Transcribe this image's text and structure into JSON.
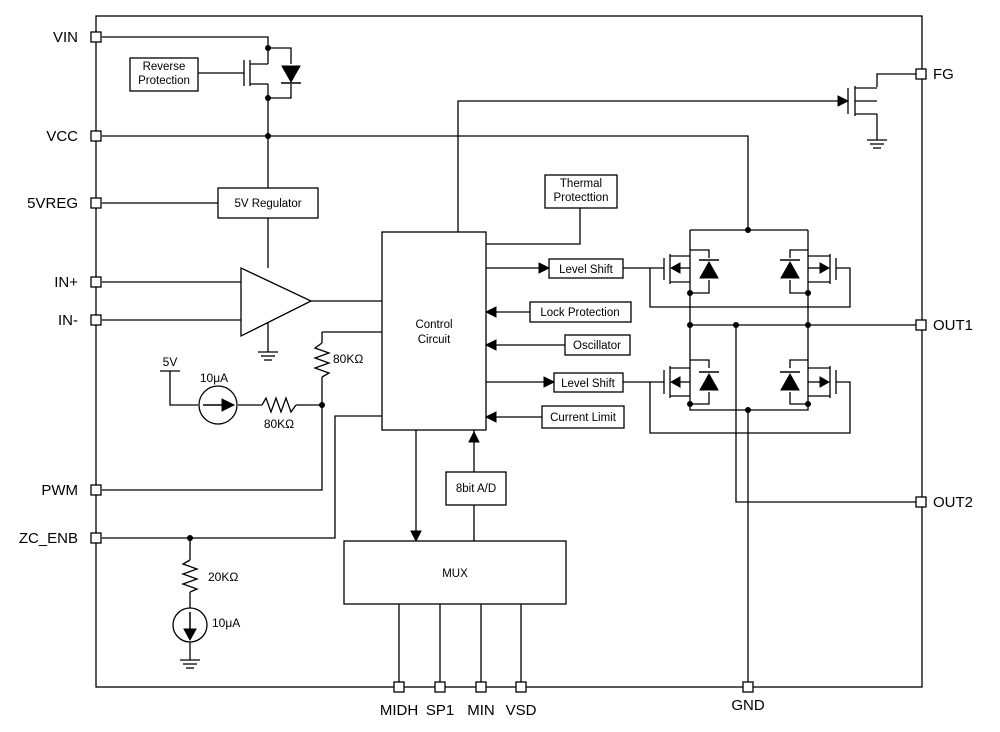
{
  "pins": {
    "vin": "VIN",
    "vcc": "VCC",
    "vreg5": "5VREG",
    "in_plus": "IN+",
    "in_minus": "IN-",
    "pwm": "PWM",
    "zc_enb": "ZC_ENB",
    "fg": "FG",
    "out1": "OUT1",
    "out2": "OUT2",
    "midh": "MIDH",
    "sp1": "SP1",
    "min": "MIN",
    "vsd": "VSD",
    "gnd": "GND"
  },
  "blocks": {
    "reverse_protection": [
      "Reverse",
      "Protection"
    ],
    "regulator": "5V Regulator",
    "thermal_protection": [
      "Thermal",
      "Protecttion"
    ],
    "control_circuit": [
      "Control",
      "Circuit"
    ],
    "level_shift_top": "Level Shift",
    "level_shift_bottom": "Level Shift",
    "lock_protection": "Lock Protection",
    "oscillator": "Oscillator",
    "current_limit": "Current Limit",
    "adc": "8bit A/D",
    "mux": "MUX"
  },
  "components": {
    "supply_5v": "5V",
    "current_source_top": "10μA",
    "current_source_bottom": "10μA",
    "resistor_pullup": "80KΩ",
    "resistor_series": "80KΩ",
    "resistor_zc": "20KΩ"
  }
}
